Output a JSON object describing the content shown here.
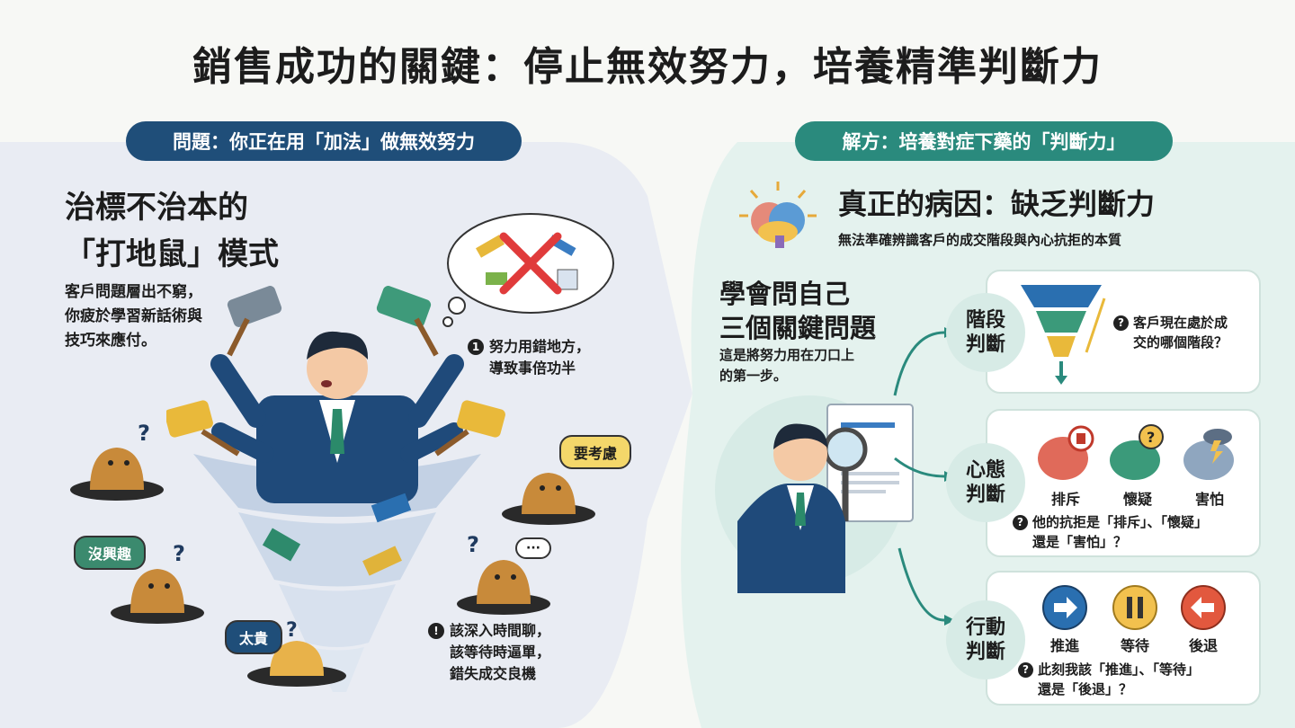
{
  "title": "銷售成功的關鍵：停止無效努力，培養精準判斷力",
  "colors": {
    "navy": "#1f4e79",
    "teal": "#2a8a7d",
    "left_bg": "#e9ecf3",
    "right_bg": "#e4f2ee"
  },
  "left": {
    "pill": "問題：你正在用「加法」做無效努力",
    "heading_line1": "治標不治本的",
    "heading_line2": "「打地鼠」模式",
    "desc_line1": "客戶問題層出不窮，",
    "desc_line2": "你疲於學習新話術與",
    "desc_line3": "技巧來應付。",
    "note1_num": "1",
    "note1_line1": "努力用錯地方，",
    "note1_line2": "導致事倍功半",
    "note2_num": "!",
    "note2_line1": "該深入時間聊，",
    "note2_line2": "該等待時逼單，",
    "note2_line3": "錯失成交良機",
    "bubbles": {
      "b1": "要考慮",
      "b2": "沒興趣",
      "b3": "太貴"
    },
    "qmark": "?"
  },
  "right": {
    "pill": "解方：培養對症下藥的「判斷力」",
    "heading": "真正的病因：缺乏判斷力",
    "subheading": "無法準確辨識客戶的成交階段與內心抗拒的本質",
    "ask_line1": "學會問自己",
    "ask_line2": "三個關鍵問題",
    "ask_sub_line1": "這是將努力用在刀口上",
    "ask_sub_line2": "的第一步。",
    "cards": [
      {
        "label_line1": "階段",
        "label_line2": "判斷",
        "question_line1": "客戶現在處於成",
        "question_line2": "交的哪個階段？"
      },
      {
        "label_line1": "心態",
        "label_line2": "判斷",
        "icons": [
          "排斥",
          "懷疑",
          "害怕"
        ],
        "question_line1": "他的抗拒是「排斥」、「懷疑」",
        "question_line2": "還是「害怕」？"
      },
      {
        "label_line1": "行動",
        "label_line2": "判斷",
        "icons": [
          "推進",
          "等待",
          "後退"
        ],
        "question_line1": "此刻我該「推進」、「等待」",
        "question_line2": "還是「後退」？"
      }
    ],
    "qmark": "?"
  }
}
